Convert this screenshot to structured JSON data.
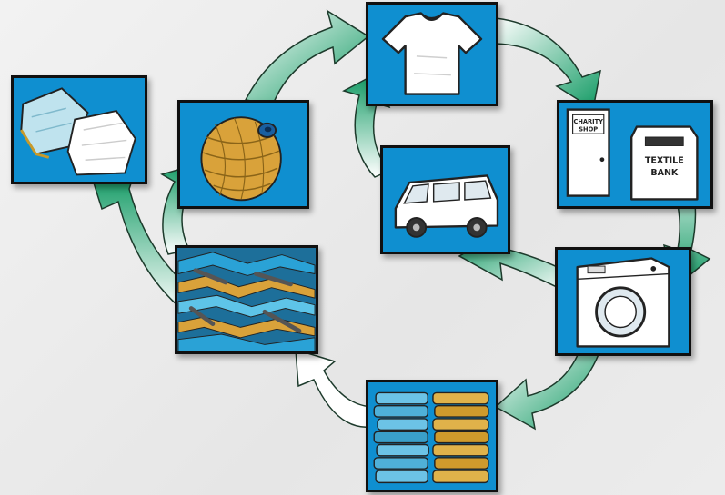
{
  "diagram": {
    "shop_sign_line1": "CHARITY",
    "shop_sign_line2": "SHOP",
    "bank_label_line1": "TEXTILE",
    "bank_label_line2": "BANK",
    "colors": {
      "panel_blue": "#0f8fd0",
      "arrow_green": "#1a9e6a",
      "arrow_light": "#ffffff",
      "yarn_gold": "#d9a23a"
    },
    "icons": [
      "fabric-scraps-icon",
      "yarn-cone-icon",
      "shredded-fibres-icon",
      "tshirt-icon",
      "van-icon",
      "charity-shop-icon",
      "textile-bank-icon",
      "washing-machine-icon",
      "sorted-clothes-icon"
    ]
  }
}
